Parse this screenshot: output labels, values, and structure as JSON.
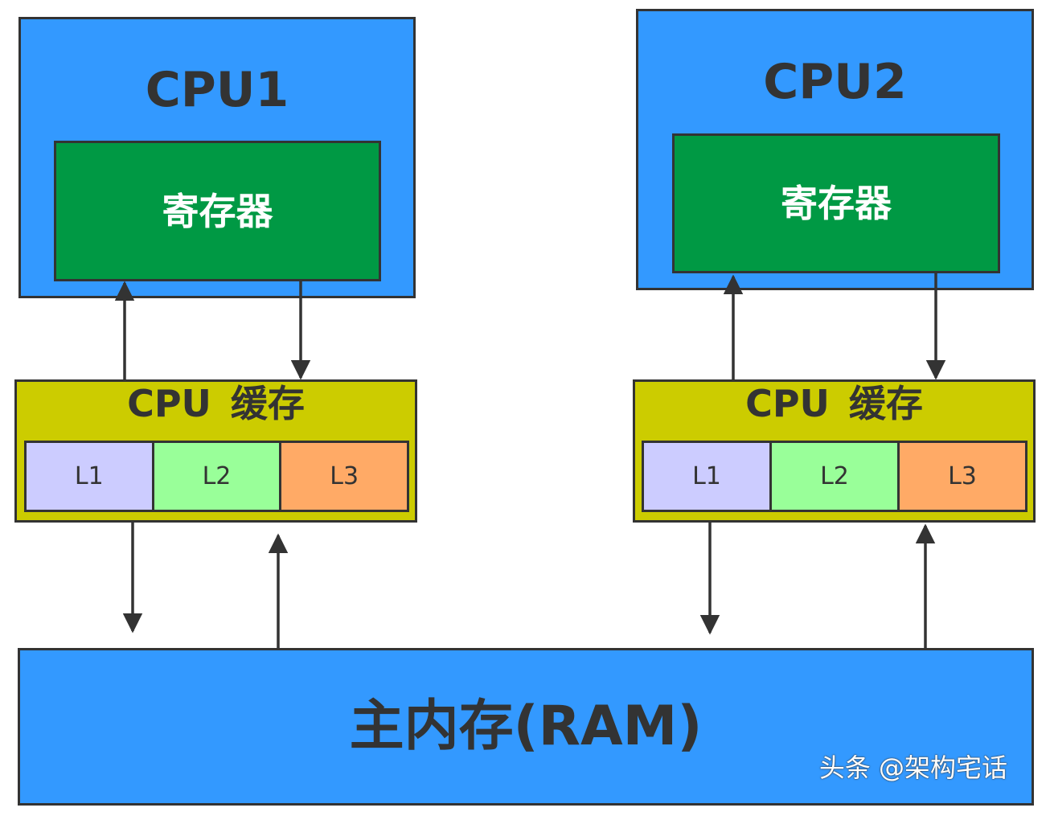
{
  "colors": {
    "cpu": "#3399ff",
    "register": "#009944",
    "cache": "#cccc00",
    "l1": "#ccccff",
    "l2": "#99ff99",
    "l3": "#ffaa66",
    "ram": "#3399ff",
    "stroke": "#333333"
  },
  "cpus": [
    {
      "title": "CPU1",
      "register_label": "寄存器",
      "cache_title": "CPU 缓存",
      "levels": [
        "L1",
        "L2",
        "L3"
      ]
    },
    {
      "title": "CPU2",
      "register_label": "寄存器",
      "cache_title": "CPU 缓存",
      "levels": [
        "L1",
        "L2",
        "L3"
      ]
    }
  ],
  "ram": {
    "label": "主内存(RAM)"
  },
  "watermark": "头条 @架构宅话"
}
